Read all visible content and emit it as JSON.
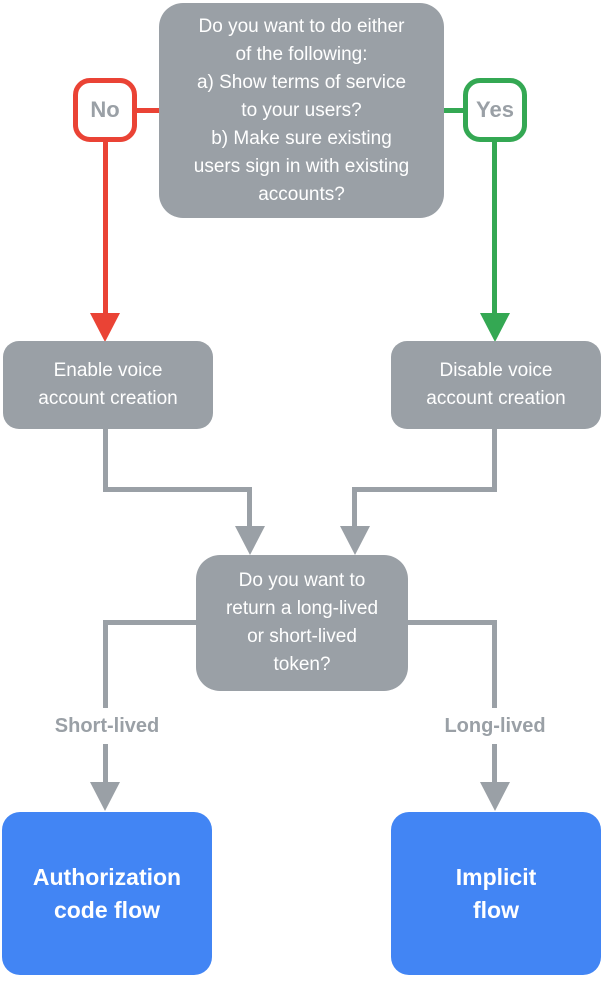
{
  "flowchart": {
    "top_question": "Do you want to do either\nof the following:\na) Show terms of service\nto your users?\nb) Make sure existing\nusers sign in with existing\naccounts?",
    "no_badge": "No",
    "yes_badge": "Yes",
    "enable_voice": "Enable voice\naccount creation",
    "disable_voice": "Disable voice\naccount creation",
    "token_question": "Do you want to\nreturn a long-lived\nor short-lived\ntoken?",
    "short_lived": "Short-lived",
    "long_lived": "Long-lived",
    "authorization_code_flow": "Authorization\ncode flow",
    "implicit_flow": "Implicit\nflow"
  },
  "colors": {
    "gray": "#9AA0A6",
    "red": "#EA4335",
    "green": "#34A853",
    "blue": "#4285F4",
    "label_text": "#9AA0A6",
    "bg": "#FFFFFF"
  }
}
